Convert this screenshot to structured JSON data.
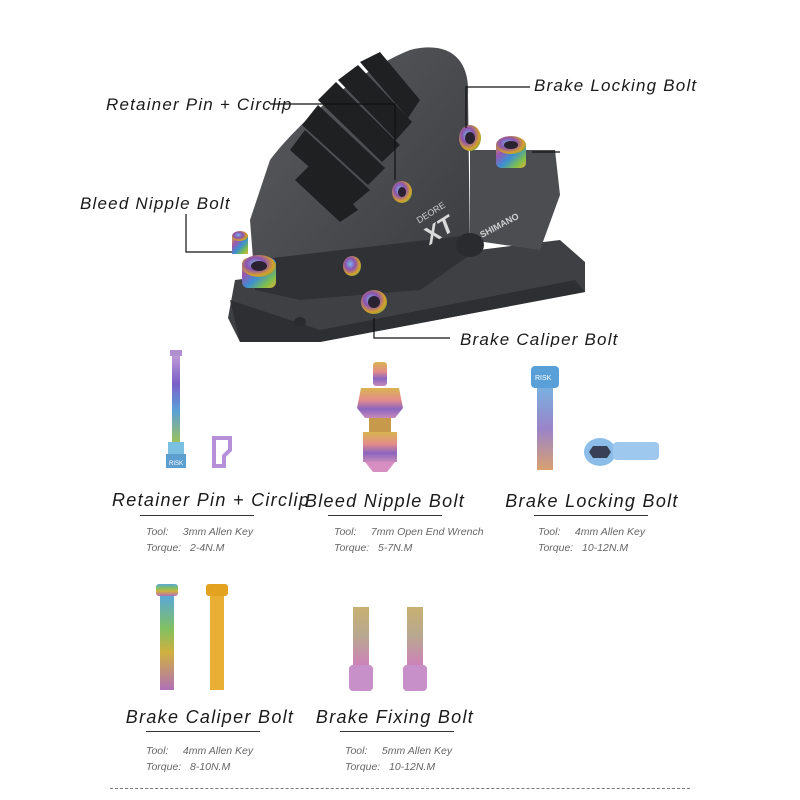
{
  "callouts": {
    "retainer_pin": "Retainer Pin + Circlip",
    "brake_locking_bolt": "Brake Locking Bolt",
    "bleed_nipple_bolt": "Bleed Nipple Bolt",
    "brake_caliper_bolt": "Brake Caliper Bolt"
  },
  "caliper_branding": {
    "model": "XT",
    "series": "DEORE",
    "brand": "SHIMANO"
  },
  "bolt_marking": "RISK",
  "parts": [
    {
      "title": "Retainer Pin + Circlip",
      "tool_label": "Tool:",
      "tool": "3mm Allen Key",
      "torque_label": "Torque:",
      "torque": "2-4N.M"
    },
    {
      "title": "Bleed Nipple Bolt",
      "tool_label": "Tool:",
      "tool": "7mm Open End Wrench",
      "torque_label": "Torque:",
      "torque": "5-7N.M"
    },
    {
      "title": "Brake Locking Bolt",
      "tool_label": "Tool:",
      "tool": "4mm Allen Key",
      "torque_label": "Torque:",
      "torque": "10-12N.M"
    },
    {
      "title": "Brake Caliper Bolt",
      "tool_label": "Tool:",
      "tool": "4mm Allen Key",
      "torque_label": "Torque:",
      "torque": "8-10N.M"
    },
    {
      "title": "Brake Fixing Bolt",
      "tool_label": "Tool:",
      "tool": "5mm Allen Key",
      "torque_label": "Torque:",
      "torque": "10-12N.M"
    }
  ],
  "colors": {
    "caliper_body": "#4a4b4e",
    "caliper_dark": "#2c2d30",
    "rainbow_gold": "#d4a23a",
    "rainbow_purple": "#7a4fa0",
    "rainbow_blue": "#3a8fd0",
    "rainbow_green": "#7ab648",
    "gold_bolt": "#e3a21f"
  }
}
